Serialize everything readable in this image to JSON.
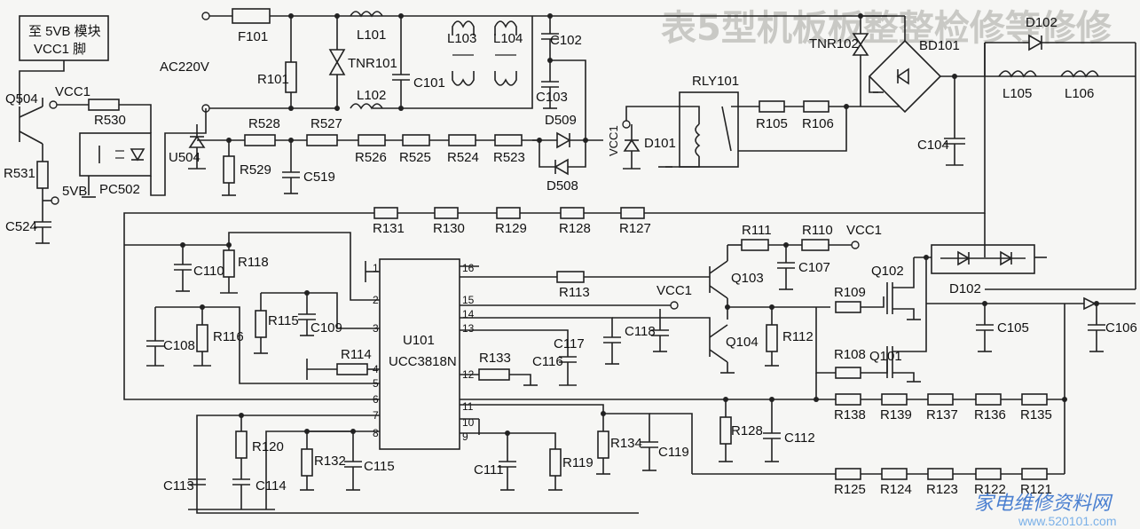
{
  "background_title": "表5型机板板整整检修等修修",
  "note": {
    "line1": "至 5VB 模块",
    "line2": "VCC1 脚"
  },
  "ic": {
    "name": "U101",
    "part": "UCC3818N",
    "pins_left": [
      "1",
      "2",
      "3",
      "4",
      "5",
      "6",
      "7",
      "8"
    ],
    "pins_right": [
      "16",
      "15",
      "14",
      "13",
      "12",
      "11",
      "10",
      "9"
    ]
  },
  "labels": {
    "ac": "AC220V",
    "F101": "F101",
    "R101": "R101",
    "L101": "L101",
    "L102": "L102",
    "TNR101": "TNR101",
    "C101": "C101",
    "L103": "L103",
    "L104": "L104",
    "C102": "C102",
    "C103": "C103",
    "D509": "D509",
    "D508": "D508",
    "TNR102": "TNR102",
    "BD101": "BD101",
    "D102a": "D102",
    "D102b": "D102",
    "L105": "L105",
    "L106": "L106",
    "RLY101": "RLY101",
    "R105": "R105",
    "R106": "R106",
    "D101": "D101",
    "VCC1a": "VCC1",
    "C104": "C104",
    "Q504": "Q504",
    "VCC1b": "VCC1",
    "R530": "R530",
    "R531": "R531",
    "PC502": "PC502",
    "U504": "U504",
    "VB5": "5VB",
    "C524": "C524",
    "R528": "R528",
    "R527": "R527",
    "R529": "R529",
    "C519": "C519",
    "R526": "R526",
    "R525": "R525",
    "R524": "R524",
    "R523": "R523",
    "R131": "R131",
    "R130": "R130",
    "R129": "R129",
    "R128a": "R128",
    "R127": "R127",
    "C110": "C110",
    "R118": "R118",
    "R115": "R115",
    "C109": "C109",
    "C108": "C108",
    "R116": "R116",
    "R114": "R114",
    "R113": "R113",
    "R133": "R133",
    "C116": "C116",
    "C117": "C117",
    "C118": "C118",
    "VCC1c": "VCC1",
    "R111": "R111",
    "R110": "R110",
    "VCC1d": "VCC1",
    "C107": "C107",
    "Q103": "Q103",
    "Q104": "Q104",
    "R112": "R112",
    "R109": "R109",
    "R108": "R108",
    "Q102": "Q102",
    "Q101": "Q101",
    "C105": "C105",
    "C106": "C106",
    "R120": "R120",
    "C113": "C113",
    "C114": "C114",
    "R132": "R132",
    "C115": "C115",
    "C111": "C111",
    "R119": "R119",
    "R134": "R134",
    "C119": "C119",
    "R128b": "R128",
    "C112": "C112",
    "R138": "R138",
    "R139": "R139",
    "R137": "R137",
    "R136": "R136",
    "R135": "R135",
    "R125": "R125",
    "R124": "R124",
    "R123": "R123",
    "R122": "R122",
    "R121": "R121"
  },
  "watermark": {
    "text": "家电维修资料网",
    "url": "www.520101.com"
  }
}
